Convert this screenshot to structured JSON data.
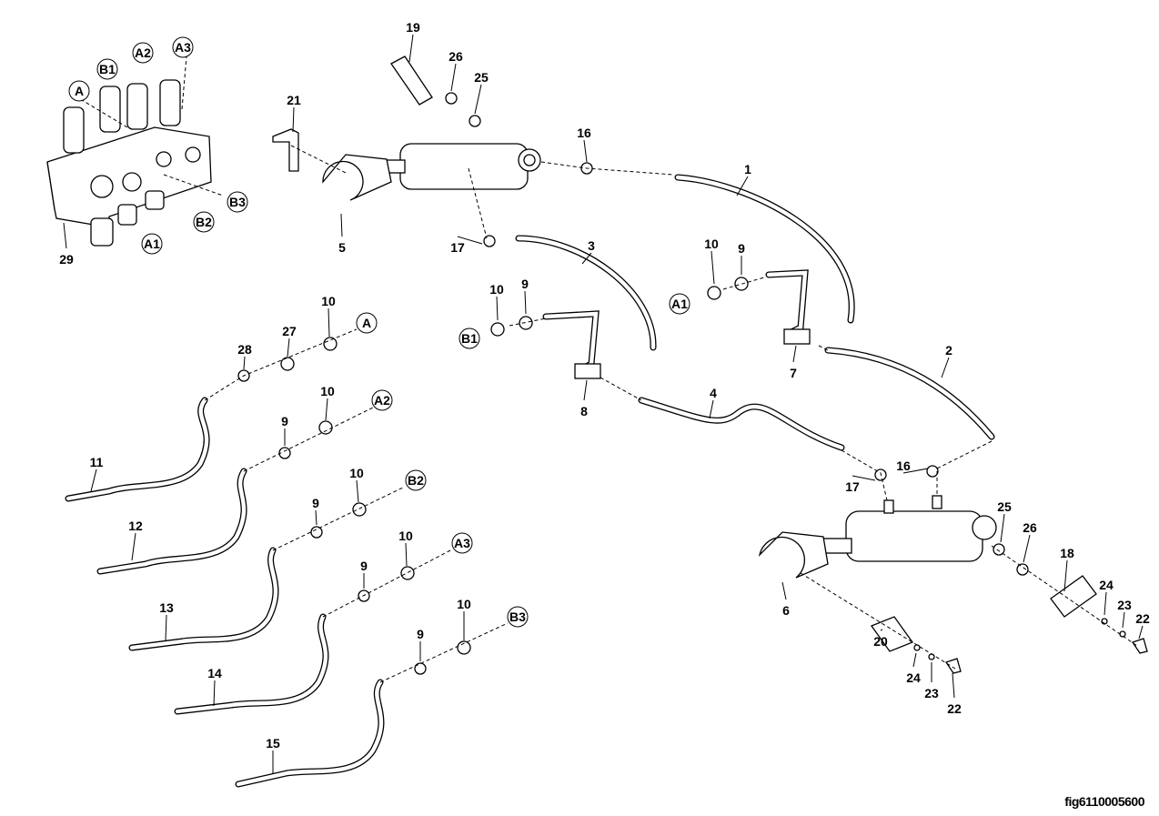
{
  "figure_id": "fig6110005600",
  "labels": [
    {
      "text": "A",
      "circled": true
    },
    {
      "text": "B1",
      "circled": true
    },
    {
      "text": "A2",
      "circled": true
    },
    {
      "text": "A3",
      "circled": true
    },
    {
      "text": "B3",
      "circled": true
    },
    {
      "text": "B2",
      "circled": true
    },
    {
      "text": "A1",
      "circled": true
    },
    {
      "text": "29",
      "circled": false
    },
    {
      "text": "19",
      "circled": false
    },
    {
      "text": "26",
      "circled": false
    },
    {
      "text": "25",
      "circled": false
    },
    {
      "text": "21",
      "circled": false
    },
    {
      "text": "5",
      "circled": false
    },
    {
      "text": "16",
      "circled": false
    },
    {
      "text": "1",
      "circled": false
    },
    {
      "text": "3",
      "circled": false
    },
    {
      "text": "17",
      "circled": false
    },
    {
      "text": "10",
      "circled": false
    },
    {
      "text": "9",
      "circled": false
    },
    {
      "text": "A1",
      "circled": true
    },
    {
      "text": "7",
      "circled": false
    },
    {
      "text": "2",
      "circled": false
    },
    {
      "text": "10",
      "circled": false
    },
    {
      "text": "9",
      "circled": false
    },
    {
      "text": "B1",
      "circled": true
    },
    {
      "text": "8",
      "circled": false
    },
    {
      "text": "4",
      "circled": false
    },
    {
      "text": "16",
      "circled": false
    },
    {
      "text": "17",
      "circled": false
    },
    {
      "text": "25",
      "circled": false
    },
    {
      "text": "26",
      "circled": false
    },
    {
      "text": "18",
      "circled": false
    },
    {
      "text": "6",
      "circled": false
    },
    {
      "text": "20",
      "circled": false
    },
    {
      "text": "24",
      "circled": false
    },
    {
      "text": "23",
      "circled": false
    },
    {
      "text": "22",
      "circled": false
    },
    {
      "text": "24",
      "circled": false
    },
    {
      "text": "23",
      "circled": false
    },
    {
      "text": "22",
      "circled": false
    },
    {
      "text": "28",
      "circled": false
    },
    {
      "text": "27",
      "circled": false
    },
    {
      "text": "10",
      "circled": false
    },
    {
      "text": "A",
      "circled": true
    },
    {
      "text": "9",
      "circled": false
    },
    {
      "text": "10",
      "circled": false
    },
    {
      "text": "A2",
      "circled": true
    },
    {
      "text": "9",
      "circled": false
    },
    {
      "text": "10",
      "circled": false
    },
    {
      "text": "B2",
      "circled": true
    },
    {
      "text": "9",
      "circled": false
    },
    {
      "text": "10",
      "circled": false
    },
    {
      "text": "A3",
      "circled": true
    },
    {
      "text": "9",
      "circled": false
    },
    {
      "text": "10",
      "circled": false
    },
    {
      "text": "B3",
      "circled": true
    },
    {
      "text": "11",
      "circled": false
    },
    {
      "text": "12",
      "circled": false
    },
    {
      "text": "13",
      "circled": false
    },
    {
      "text": "14",
      "circled": false
    },
    {
      "text": "15",
      "circled": false
    }
  ]
}
